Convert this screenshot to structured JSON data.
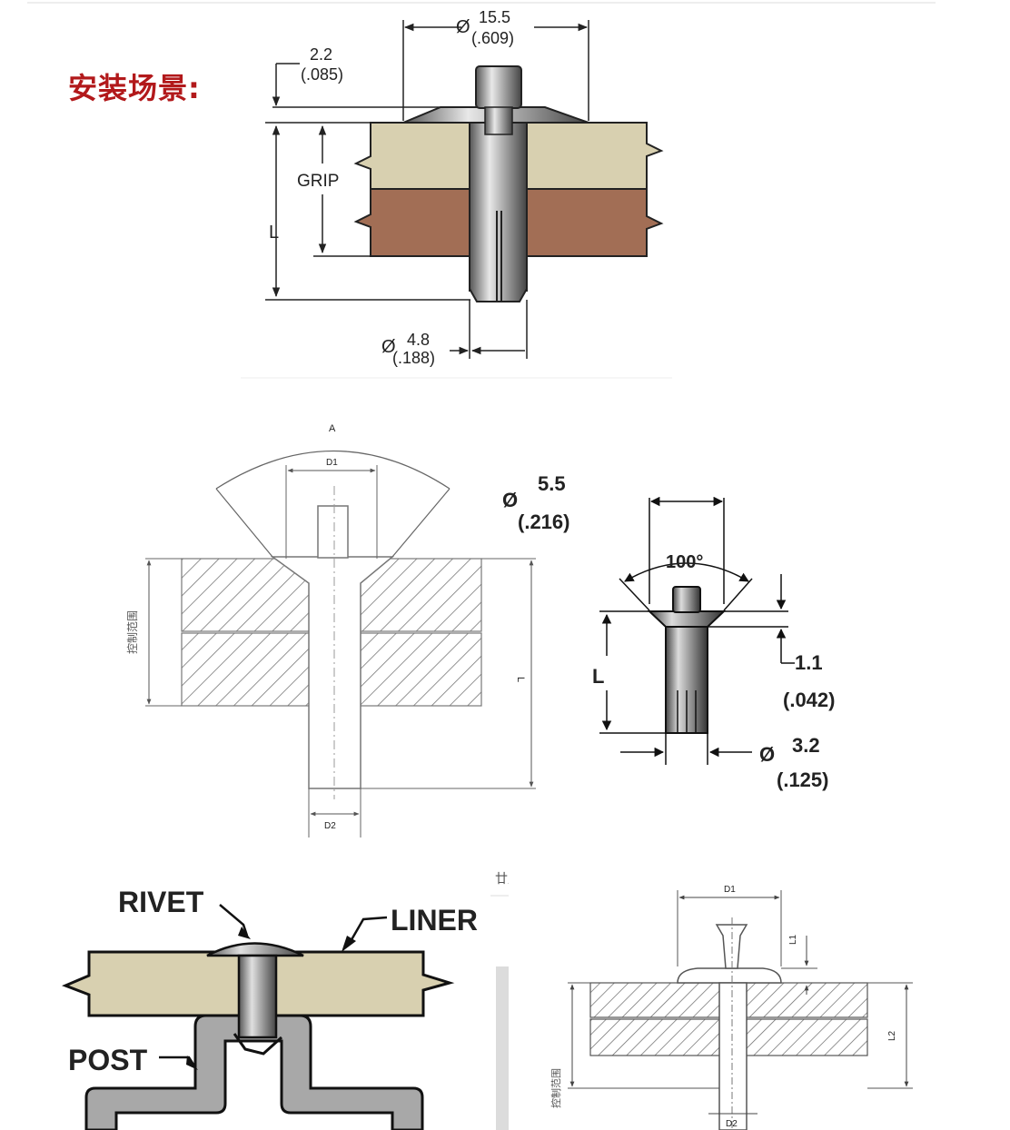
{
  "header": {
    "title": "安装场景:"
  },
  "diagram1": {
    "head_dia_mm": "15.5",
    "head_dia_in": "(.609)",
    "head_height_mm": "2.2",
    "head_height_in": "(.085)",
    "grip_label": "GRIP",
    "length_label": "L",
    "shank_dia_mm": "4.8",
    "shank_dia_in": "(.188)",
    "dia_symbol": "Ø"
  },
  "diagram2": {
    "angle_label": "A",
    "d1_label": "D1",
    "d2_label": "D2",
    "l_label": "L",
    "grip_range_label": "控制范围"
  },
  "diagram3": {
    "head_dia_mm": "5.5",
    "head_dia_in": "(.216)",
    "angle": "100°",
    "head_thk_mm": "1.1",
    "head_thk_in": "(.042)",
    "length_label": "L",
    "shank_dia_mm": "3.2",
    "shank_dia_in": "(.125)",
    "dia_symbol": "Ø"
  },
  "diagram4": {
    "rivet_label": "RIVET",
    "liner_label": "LINER",
    "post_label": "POST"
  },
  "diagram5": {
    "d1_label": "D1",
    "d2_label": "D2",
    "l1_label": "L1",
    "l2_label": "L2",
    "grip_range_label": "控制范围",
    "partial_text": "廿儿"
  }
}
